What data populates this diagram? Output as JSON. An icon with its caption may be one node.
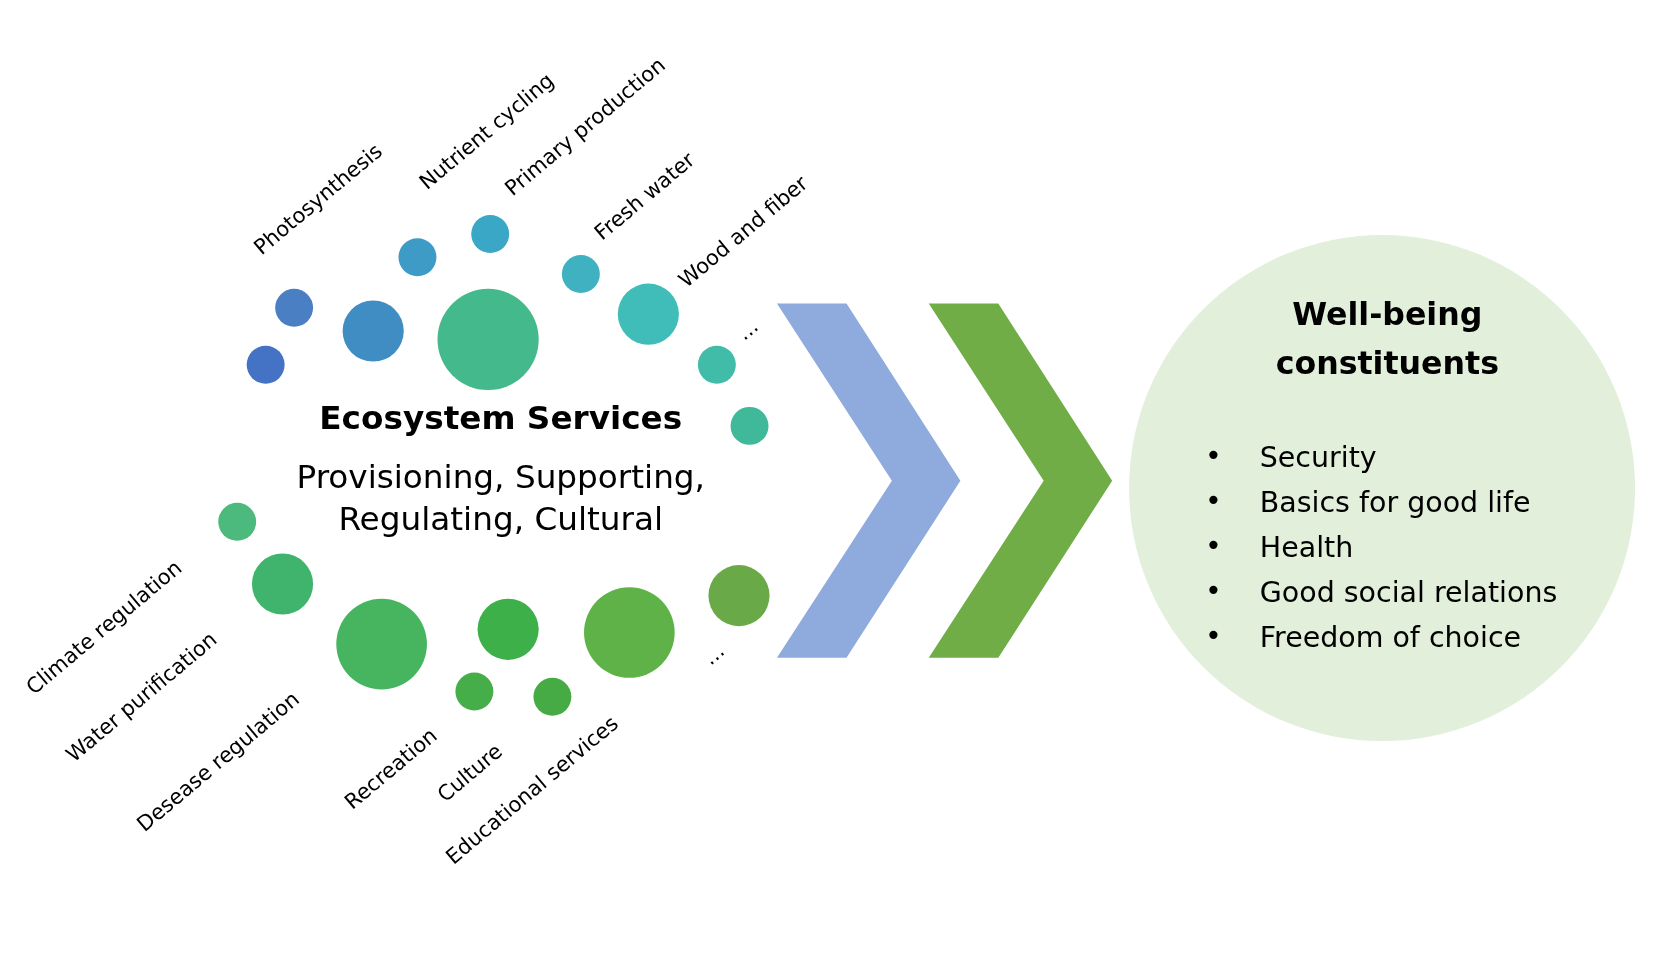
{
  "diagram": {
    "nodes": [
      {
        "text": [
          "Ecosystem Services",
          "Provisioning, Supporting, Regulating, Cultural"
        ]
      },
      {
        "text": [
          "Well-being constituents",
          "Security",
          "Basics for good life",
          "Health",
          "Good social relations",
          "Freedom of choice"
        ]
      }
    ],
    "edges": [
      {
        "from": 0,
        "to": 1,
        "arrow": "to",
        "color": "#8faadc"
      },
      {
        "from": 0,
        "to": 1,
        "arrow": "to",
        "color": "#70ad47"
      }
    ],
    "labels": [
      "Photosynthesis",
      "Nutrient cycling",
      "Primary production",
      "Fresh water",
      "Wood and fiber",
      "...",
      "Climate regulation",
      "Water purification",
      "Desease regulation",
      "Recreation",
      "Culture",
      "Educational services",
      "...",
      "•",
      "•",
      "•",
      "•",
      "•"
    ]
  }
}
